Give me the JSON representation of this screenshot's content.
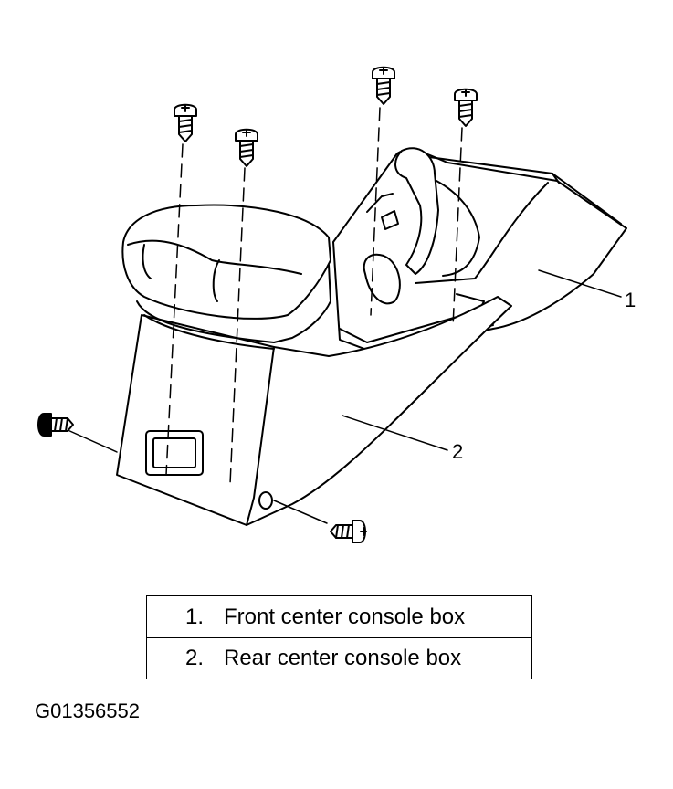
{
  "diagram": {
    "callouts": [
      "1",
      "2"
    ],
    "icons": [
      "screw-icon"
    ]
  },
  "legend": {
    "items": [
      {
        "number": "1.",
        "label": "Front center console box"
      },
      {
        "number": "2.",
        "label": "Rear center console box"
      }
    ]
  },
  "figure_id": "G01356552"
}
